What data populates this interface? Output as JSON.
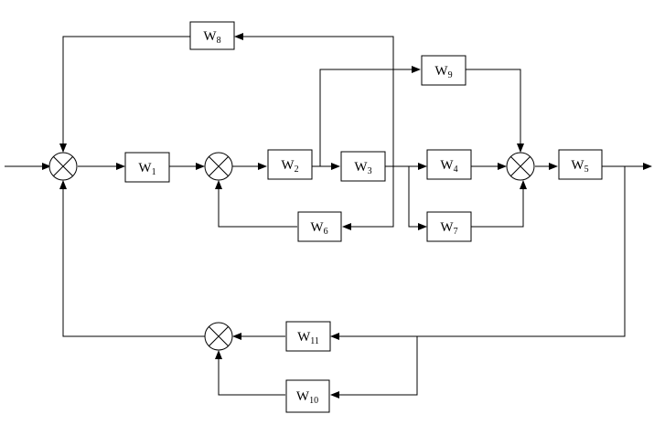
{
  "blocks": [
    {
      "id": "w8",
      "base": "W",
      "sub": "8"
    },
    {
      "id": "w9",
      "base": "W",
      "sub": "9"
    },
    {
      "id": "w1",
      "base": "W",
      "sub": "1"
    },
    {
      "id": "w2",
      "base": "W",
      "sub": "2"
    },
    {
      "id": "w3",
      "base": "W",
      "sub": "3"
    },
    {
      "id": "w4",
      "base": "W",
      "sub": "4"
    },
    {
      "id": "w5",
      "base": "W",
      "sub": "5"
    },
    {
      "id": "w6",
      "base": "W",
      "sub": "6"
    },
    {
      "id": "w7",
      "base": "W",
      "sub": "7"
    },
    {
      "id": "w11",
      "base": "W",
      "sub": "11"
    },
    {
      "id": "w10",
      "base": "W",
      "sub": "10"
    }
  ]
}
